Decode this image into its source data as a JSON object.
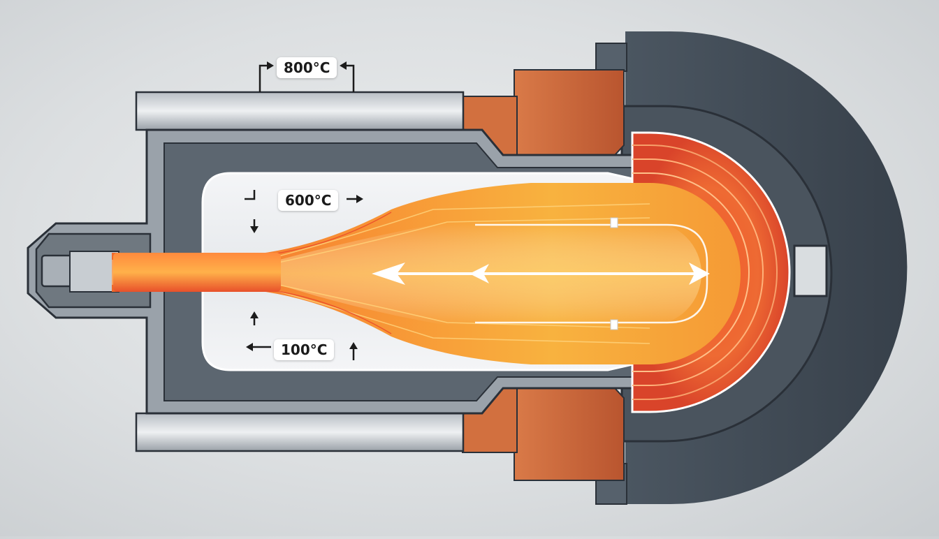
{
  "labels": {
    "top": "800°C",
    "upper": "600°C",
    "lower": "100°C"
  },
  "colors": {
    "outer_shell": "#3f4a55",
    "housing_grey": "#8b939b",
    "copper": "#c8663c",
    "flame_core": "#f7a23a",
    "flame_hot": "#e9452a",
    "chamber_light": "#f2f3f5",
    "arrow_dark": "#1b1b1b",
    "arrow_light": "#ffffff"
  },
  "icons": {
    "flow_arrow": "white-double-arrow",
    "temp_arrows": "black-dimension-arrows"
  }
}
